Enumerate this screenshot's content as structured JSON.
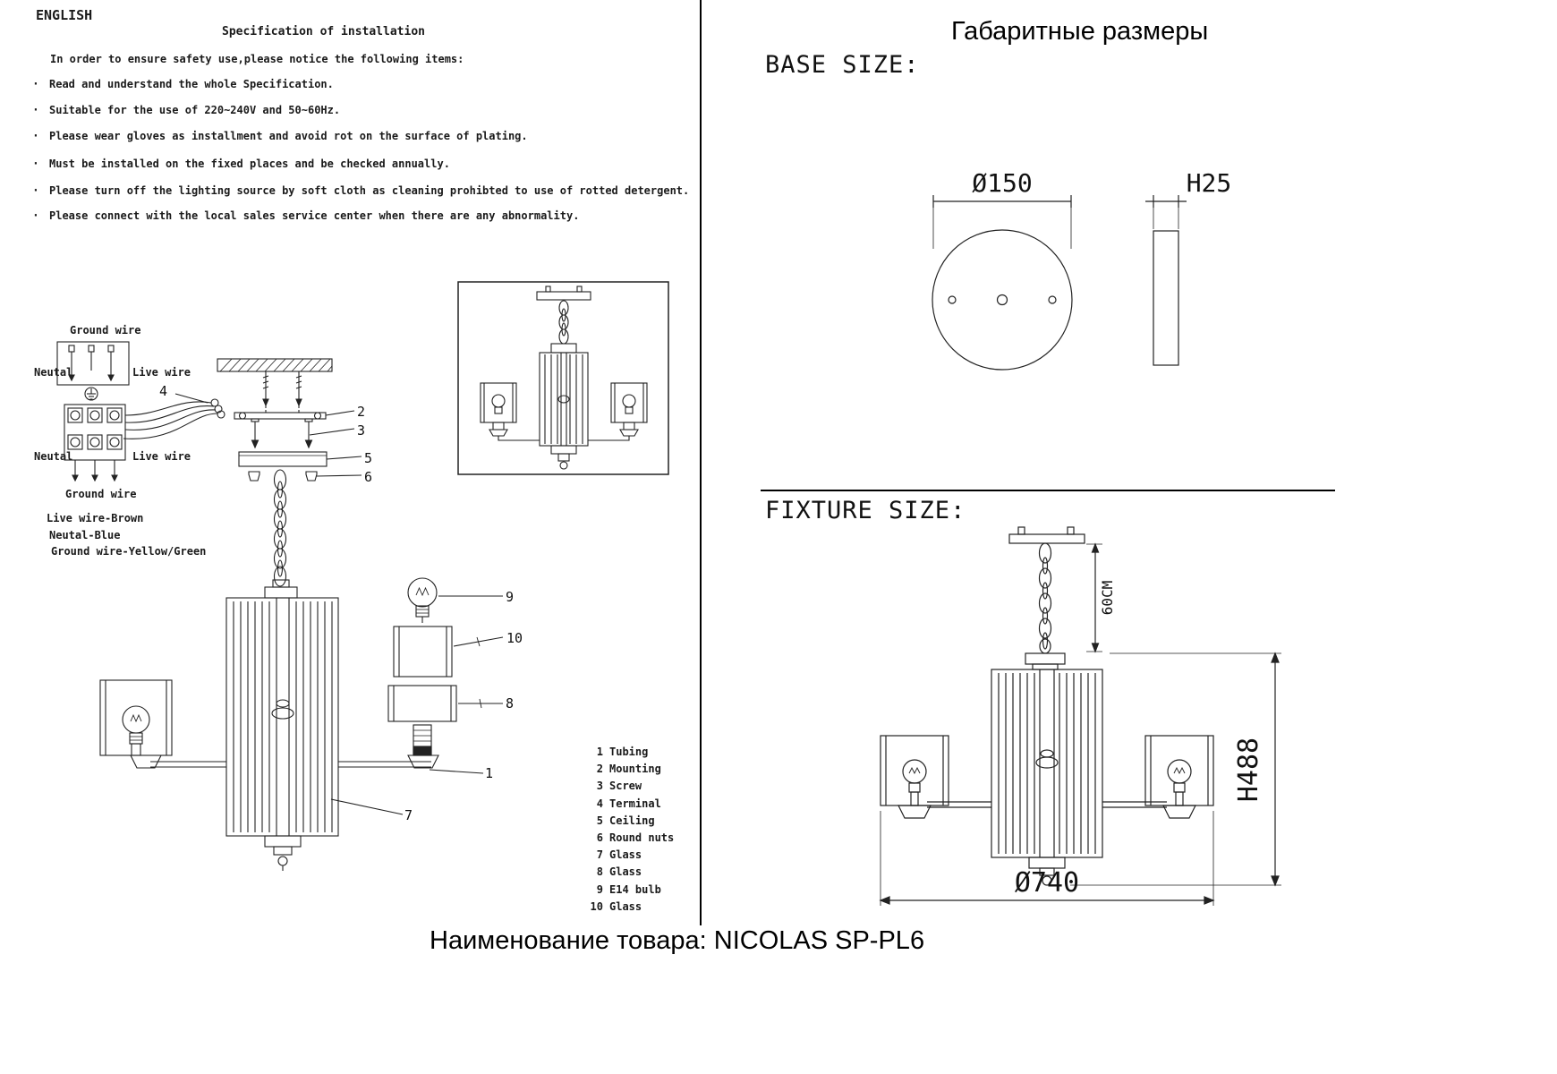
{
  "page": {
    "language_label": "ENGLISH",
    "footer_product": "Наименование товара: NICOLAS SP-PL6"
  },
  "spec": {
    "title": "Specification of installation",
    "intro": "In order to ensure safety use,please notice the following items:",
    "bullet_char": "·",
    "items": [
      "Read and understand the whole Specification.",
      "Suitable for the use of 220~240V and 50~60Hz.",
      "Please wear gloves as installment and avoid rot on the surface of plating.",
      "Must be installed on the fixed places and be checked annually.",
      "Please turn off the lighting source by soft cloth as cleaning prohibted to use of rotted detergent.",
      "Please connect with the local sales service center when there are any abnormality."
    ]
  },
  "wiring": {
    "ground_top": "Ground wire",
    "neutral_top": "Neutal",
    "live_top": "Live wire",
    "neutral_bottom": "Neutal",
    "live_bottom": "Live wire",
    "ground_bottom": "Ground wire",
    "legend": [
      "Live wire-Brown",
      "Neutal-Blue",
      "Ground wire-Yellow/Green"
    ]
  },
  "callouts": {
    "c1": "1",
    "c2": "2",
    "c3": "3",
    "c4": "4",
    "c5": "5",
    "c6": "6",
    "c7": "7",
    "c8": "8",
    "c9": "9",
    "c10": "10"
  },
  "parts": [
    {
      "num": "1",
      "name": "Tubing"
    },
    {
      "num": "2",
      "name": "Mounting"
    },
    {
      "num": "3",
      "name": "Screw"
    },
    {
      "num": "4",
      "name": "Terminal"
    },
    {
      "num": "5",
      "name": "Ceiling"
    },
    {
      "num": "6",
      "name": "Round nuts"
    },
    {
      "num": "7",
      "name": "Glass"
    },
    {
      "num": "8",
      "name": "Glass"
    },
    {
      "num": "9",
      "name": "E14 bulb"
    },
    {
      "num": "10",
      "name": "Glass"
    }
  ],
  "dimensions_panel": {
    "title_ru": "Габаритные размеры",
    "base_size_label": "BASE SIZE:",
    "fixture_size_label": "FIXTURE SIZE:",
    "base_diameter": "Ø150",
    "base_height": "H25",
    "chain_length": "60CM",
    "fixture_height": "H488",
    "fixture_diameter": "Ø740"
  }
}
